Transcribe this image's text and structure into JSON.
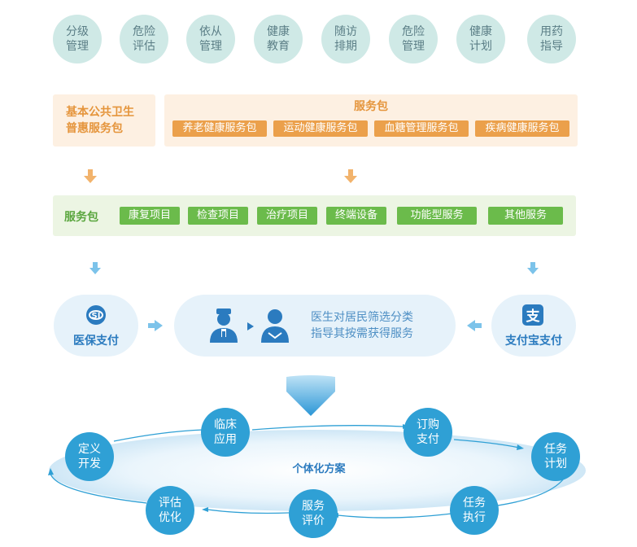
{
  "top_circles": [
    {
      "label": "分级管理"
    },
    {
      "label": "危险评估"
    },
    {
      "label": "依从管理"
    },
    {
      "label": "健康教育"
    },
    {
      "label": "随访排期"
    },
    {
      "label": "危险管理"
    },
    {
      "label": "健康计划"
    },
    {
      "label": "用药指导"
    }
  ],
  "basic_package": {
    "label": "基本公共卫生普惠服务包"
  },
  "service_package": {
    "title": "服务包",
    "tags": [
      "养老健康服务包",
      "运动健康服务包",
      "血糖管理服务包",
      "疾病健康服务包"
    ]
  },
  "green_panel": {
    "title": "服务包",
    "tags": [
      "康复项目",
      "检查项目",
      "治疗项目",
      "终端设备",
      "功能型服务",
      "其他服务"
    ]
  },
  "payment": {
    "medical_insurance": {
      "label": "医保支付",
      "icon": "si-logo-icon"
    },
    "alipay": {
      "label": "支付宝支付",
      "icon": "alipay-logo-icon"
    },
    "doctor_text_line1": "医生对居民筛选分类",
    "doctor_text_line2": "指导其按需获得服务"
  },
  "cycle": {
    "center_label": "个体化方案",
    "nodes": [
      "定义开发",
      "临床应用",
      "订购支付",
      "任务计划",
      "任务执行",
      "服务评价",
      "评估优化"
    ]
  },
  "colors": {
    "teal_circle": "#cfe9e6",
    "orange": "#eba04b",
    "green": "#6bbb4b",
    "blue": "#2fa0d5",
    "light_blue": "#e6f2fa"
  }
}
